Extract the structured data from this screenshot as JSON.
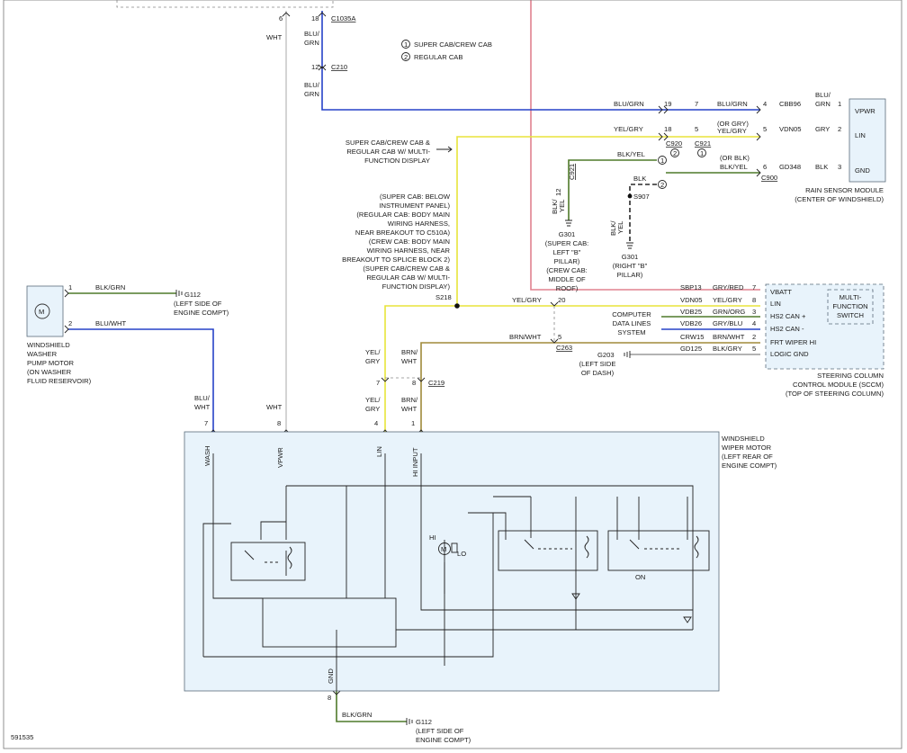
{
  "notes": {
    "n1": "SUPER CAB/CREW CAB",
    "n2": "REGULAR CAB",
    "num1": "1",
    "num2": "2",
    "figure_id": "591535"
  },
  "connectors": {
    "c1035a": "C1035A",
    "c210": "C210",
    "c920": "C920",
    "c921": "C921",
    "c900": "C900",
    "c921v": "C921",
    "c263": "C263",
    "c219": "C219",
    "s907": "S907",
    "s218": "S218"
  },
  "wires": {
    "wht": "WHT",
    "blu": "BLU/",
    "grn": "GRN",
    "blugrn": "BLU/GRN",
    "yelgry": "YEL/GRY",
    "or_gry": "(OR GRY)",
    "blkyel": "BLK/YEL",
    "or_blk": "(OR BLK)",
    "blk": "BLK",
    "gry": "GRY",
    "yel": "YEL/",
    "gryb": "GRY",
    "brn": "BRN/",
    "whtb": "WHT",
    "brnwht": "BRN/WHT",
    "bluwht": "BLU/WHT",
    "blkgrn": "BLK/GRN",
    "blkslash": "BLK/",
    "yelb": "YEL",
    "gryred": "GRY/RED",
    "grnorg": "GRN/ORG",
    "grybluw": "GRY/BLU",
    "blkgry": "BLK/GRY",
    "cbb96": "CBB96",
    "vdn05": "VDN05",
    "gd348": "GD348",
    "sbp13": "SBP13",
    "vdn05b": "VDN05",
    "vdb25": "VDB25",
    "vdb26": "VDB26",
    "crw15": "CRW15",
    "gd125": "GD125"
  },
  "pins": {
    "p6": "6",
    "p18": "18",
    "p12": "12",
    "p19": "19",
    "p7": "7",
    "p18b": "18",
    "p5": "5",
    "p4": "4",
    "p5b": "5",
    "p6b": "6",
    "p1": "1",
    "p2": "2",
    "p3": "3",
    "p12v": "12",
    "s7": "7",
    "s8": "8",
    "s3": "3",
    "s4": "4",
    "s2": "2",
    "s5": "5",
    "p20": "20",
    "p5c": "5",
    "c7": "7",
    "c8": "8",
    "m7": "7",
    "m8": "8",
    "m4": "4",
    "m1": "1",
    "m8b": "8",
    "wp1": "1",
    "wp2": "2"
  },
  "labels": {
    "mfd_note": [
      "SUPER CAB/CREW CAB &",
      "REGULAR CAB W/ MULTI-",
      "FUNCTION DISPLAY"
    ],
    "s218_note": [
      "(SUPER CAB: BELOW",
      "INSTRUMENT PANEL)",
      "(REGULAR CAB: BODY MAIN",
      "WIRING HARNESS,",
      "NEAR BREAKOUT TO C510A)",
      "(CREW CAB: BODY MAIN",
      "WIRING HARNESS, NEAR",
      "BREAKOUT TO SPLICE BLOCK 2)",
      "(SUPER CAB/CREW CAB &",
      "REGULAR CAB W/ MULTI-",
      "FUNCTION DISPLAY)"
    ],
    "g301a": [
      "G301",
      "(SUPER CAB:",
      "LEFT \"B\"",
      "PILLAR)",
      "(CREW CAB:",
      "MIDDLE OF",
      "ROOF)"
    ],
    "g301b": [
      "G301",
      "(RIGHT \"B\"",
      "PILLAR)"
    ],
    "g203": [
      "G203",
      "(LEFT SIDE",
      "OF DASH)"
    ],
    "g112a": [
      "G112",
      "(LEFT SIDE OF",
      "ENGINE COMPT)"
    ],
    "g112b": [
      "G112",
      "(LEFT SIDE OF",
      "ENGINE COMPT)"
    ],
    "cdls": [
      "COMPUTER",
      "DATA LINES",
      "SYSTEM"
    ],
    "rain": [
      "RAIN SENSOR MODULE",
      "(CENTER OF WINDSHIELD)"
    ],
    "sccm": [
      "STEERING COLUMN",
      "CONTROL MODULE (SCCM)",
      "(TOP OF STEERING COLUMN)"
    ],
    "pump": [
      "WINDSHIELD",
      "WASHER",
      "PUMP MOTOR",
      "(ON WASHER",
      "FLUID RESERVOIR)"
    ],
    "wiper": [
      "WINDSHIELD",
      "WIPER MOTOR",
      "(LEFT REAR OF",
      "ENGINE COMPT)"
    ],
    "mfs": [
      "MULTI-",
      "FUNCTION",
      "SWITCH"
    ]
  },
  "rain_pins": {
    "vpwr": "VPWR",
    "lin": "LIN",
    "gnd": "GND"
  },
  "sccm_pins": {
    "vbatt": "VBATT",
    "lin": "LIN",
    "hs2p": "HS2 CAN +",
    "hs2m": "HS2 CAN -",
    "frt": "FRT WIPER HI",
    "lgnd": "LOGIC GND"
  },
  "motor_pins": {
    "wash": "WASH",
    "vpwr": "VPWR",
    "lin": "LIN",
    "hi_input": "HI INPUT",
    "gnd": "GND"
  },
  "motor_internal": {
    "hi": "HI",
    "lo": "LO",
    "on": "ON",
    "m": "M"
  }
}
